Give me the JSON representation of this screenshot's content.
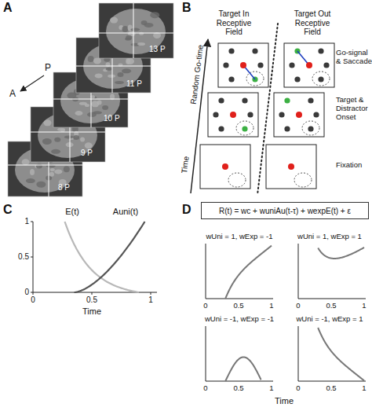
{
  "diagram": {
    "nodes": [
      {
        "text": [
          "R(t) = wc + wuniAu(t-τ) + wexpE(t) + ε"
        ]
      }
    ],
    "labels": [
      "A",
      "P",
      "A",
      "8 P",
      "9 P",
      "10 P",
      "11 P",
      "13 P",
      "B",
      "Target In Receptive Field",
      "Target Out Receptive Field",
      "Go-signal & Saccade",
      "Target & Distractor Onset",
      "Fixation",
      "Random Go-time",
      "Time",
      "C",
      "E(t)",
      "Auni(t)",
      "1",
      "0.5",
      "0",
      "0",
      "0.5",
      "1",
      "Time",
      "D",
      "wUni = 1, wExp = -1",
      "wUni = 1, wExp = 1",
      "wUni = -1, wExp = -1",
      "wUni = -1, wExp = 1",
      "0",
      "0.5",
      "1",
      "0",
      "0.5",
      "1",
      "0",
      "0.5",
      "1",
      "0",
      "0.5",
      "1",
      "Time"
    ]
  }
}
